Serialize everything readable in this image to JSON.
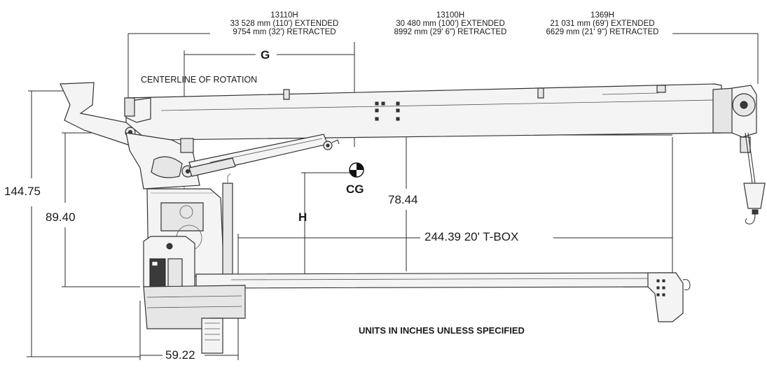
{
  "specs": {
    "model_13110h": {
      "name": "13110H",
      "extended": "33 528 mm (110') EXTENDED",
      "retracted": "9754 mm (32') RETRACTED"
    },
    "model_13100h": {
      "name": "13100H",
      "extended": "30 480 mm (100') EXTENDED",
      "retracted": "8992 mm (29' 6\") RETRACTED"
    },
    "model_1369h": {
      "name": "1369H",
      "extended": "21 031 mm (69') EXTENDED",
      "retracted": "6629 mm (21' 9\") RETRACTED"
    }
  },
  "labels": {
    "g": "G",
    "h": "H",
    "cg": "CG",
    "centerline": "CENTERLINE OF ROTATION",
    "units_note": "UNITS IN INCHES UNLESS SPECIFIED"
  },
  "dimensions": {
    "overall_height": "144.75",
    "mount_height": "89.40",
    "boom_height": "78.44",
    "tbox_length": "244.39 20' T-BOX",
    "base_width": "59.22"
  },
  "colors": {
    "line": "#2a2a2a",
    "fill": "#f4f4f4",
    "dark": "#3a3a3a"
  }
}
